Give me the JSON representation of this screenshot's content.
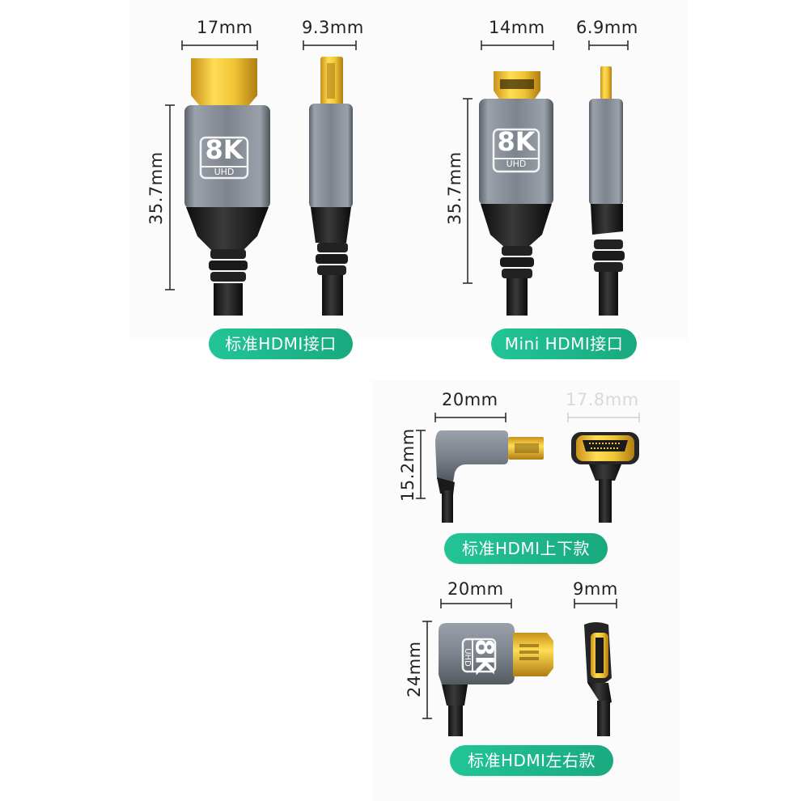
{
  "colors": {
    "accent_green": "#1fb98c",
    "gold": "#e8b82a",
    "aluminum": "#6f7680",
    "cable_black": "#1c1c1c"
  },
  "icons": [
    "hdmi-standard-connector-icon",
    "mini-hdmi-connector-icon",
    "updown-angle-connector-icon",
    "leftright-angle-connector-icon"
  ],
  "sections": [
    {
      "label": "标准HDMI接口",
      "front_width": "17mm",
      "side_width": "9.3mm",
      "height": "35.7mm",
      "badge_main": "8K",
      "badge_sub": "UHD"
    },
    {
      "label": "Mini HDMI接口",
      "front_width": "14mm",
      "side_width": "6.9mm",
      "height": "35.7mm",
      "badge_main": "8K",
      "badge_sub": "UHD"
    },
    {
      "label": "标准HDMI上下款",
      "front_width": "20mm",
      "side_width": "17.8mm",
      "height": "15.2mm"
    },
    {
      "label": "标准HDMI左右款",
      "front_width": "20mm",
      "side_width": "9mm",
      "height": "24mm",
      "badge_main": "8K",
      "badge_sub": "UHD"
    }
  ]
}
